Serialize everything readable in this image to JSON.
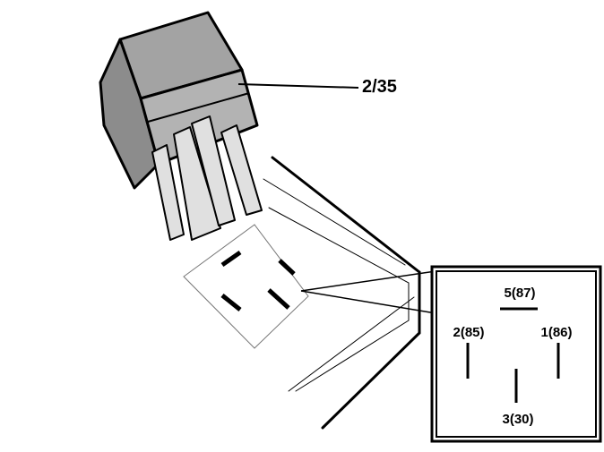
{
  "part_label": "2/35",
  "pin_labels": {
    "pin_5": "5(87)",
    "pin_2": "2(85)",
    "pin_1": "1(86)",
    "pin_3": "3(30)"
  },
  "colors": {
    "relay_body_top": "#a3a3a3",
    "relay_body_side": "#8c8c8c",
    "relay_body_front": "#b3b3b3",
    "terminals": "#e0e0e0",
    "line": "#000000"
  }
}
